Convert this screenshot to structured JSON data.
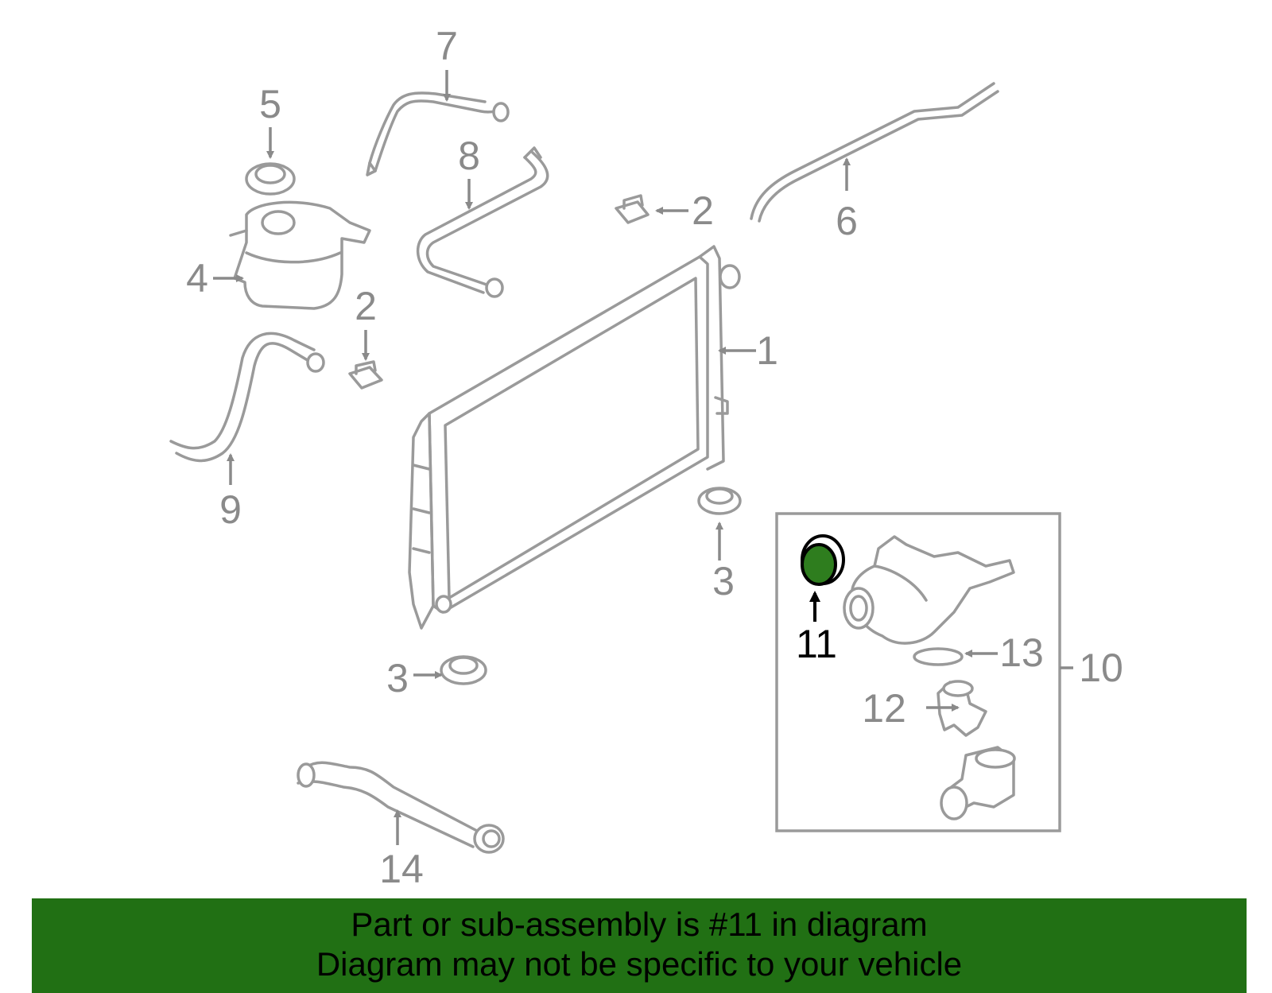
{
  "callouts": {
    "c1": "1",
    "c2a": "2",
    "c2b": "2",
    "c3a": "3",
    "c3b": "3",
    "c4": "4",
    "c5": "5",
    "c6": "6",
    "c7": "7",
    "c8": "8",
    "c9": "9",
    "c10": "10",
    "c11": "11",
    "c12": "12",
    "c13": "13",
    "c14": "14"
  },
  "highlight_color": "#2e7d1e",
  "banner": {
    "line1": "Part or sub-assembly is #11 in diagram",
    "line2": "Diagram may not be specific to your vehicle",
    "background": "#217014"
  }
}
